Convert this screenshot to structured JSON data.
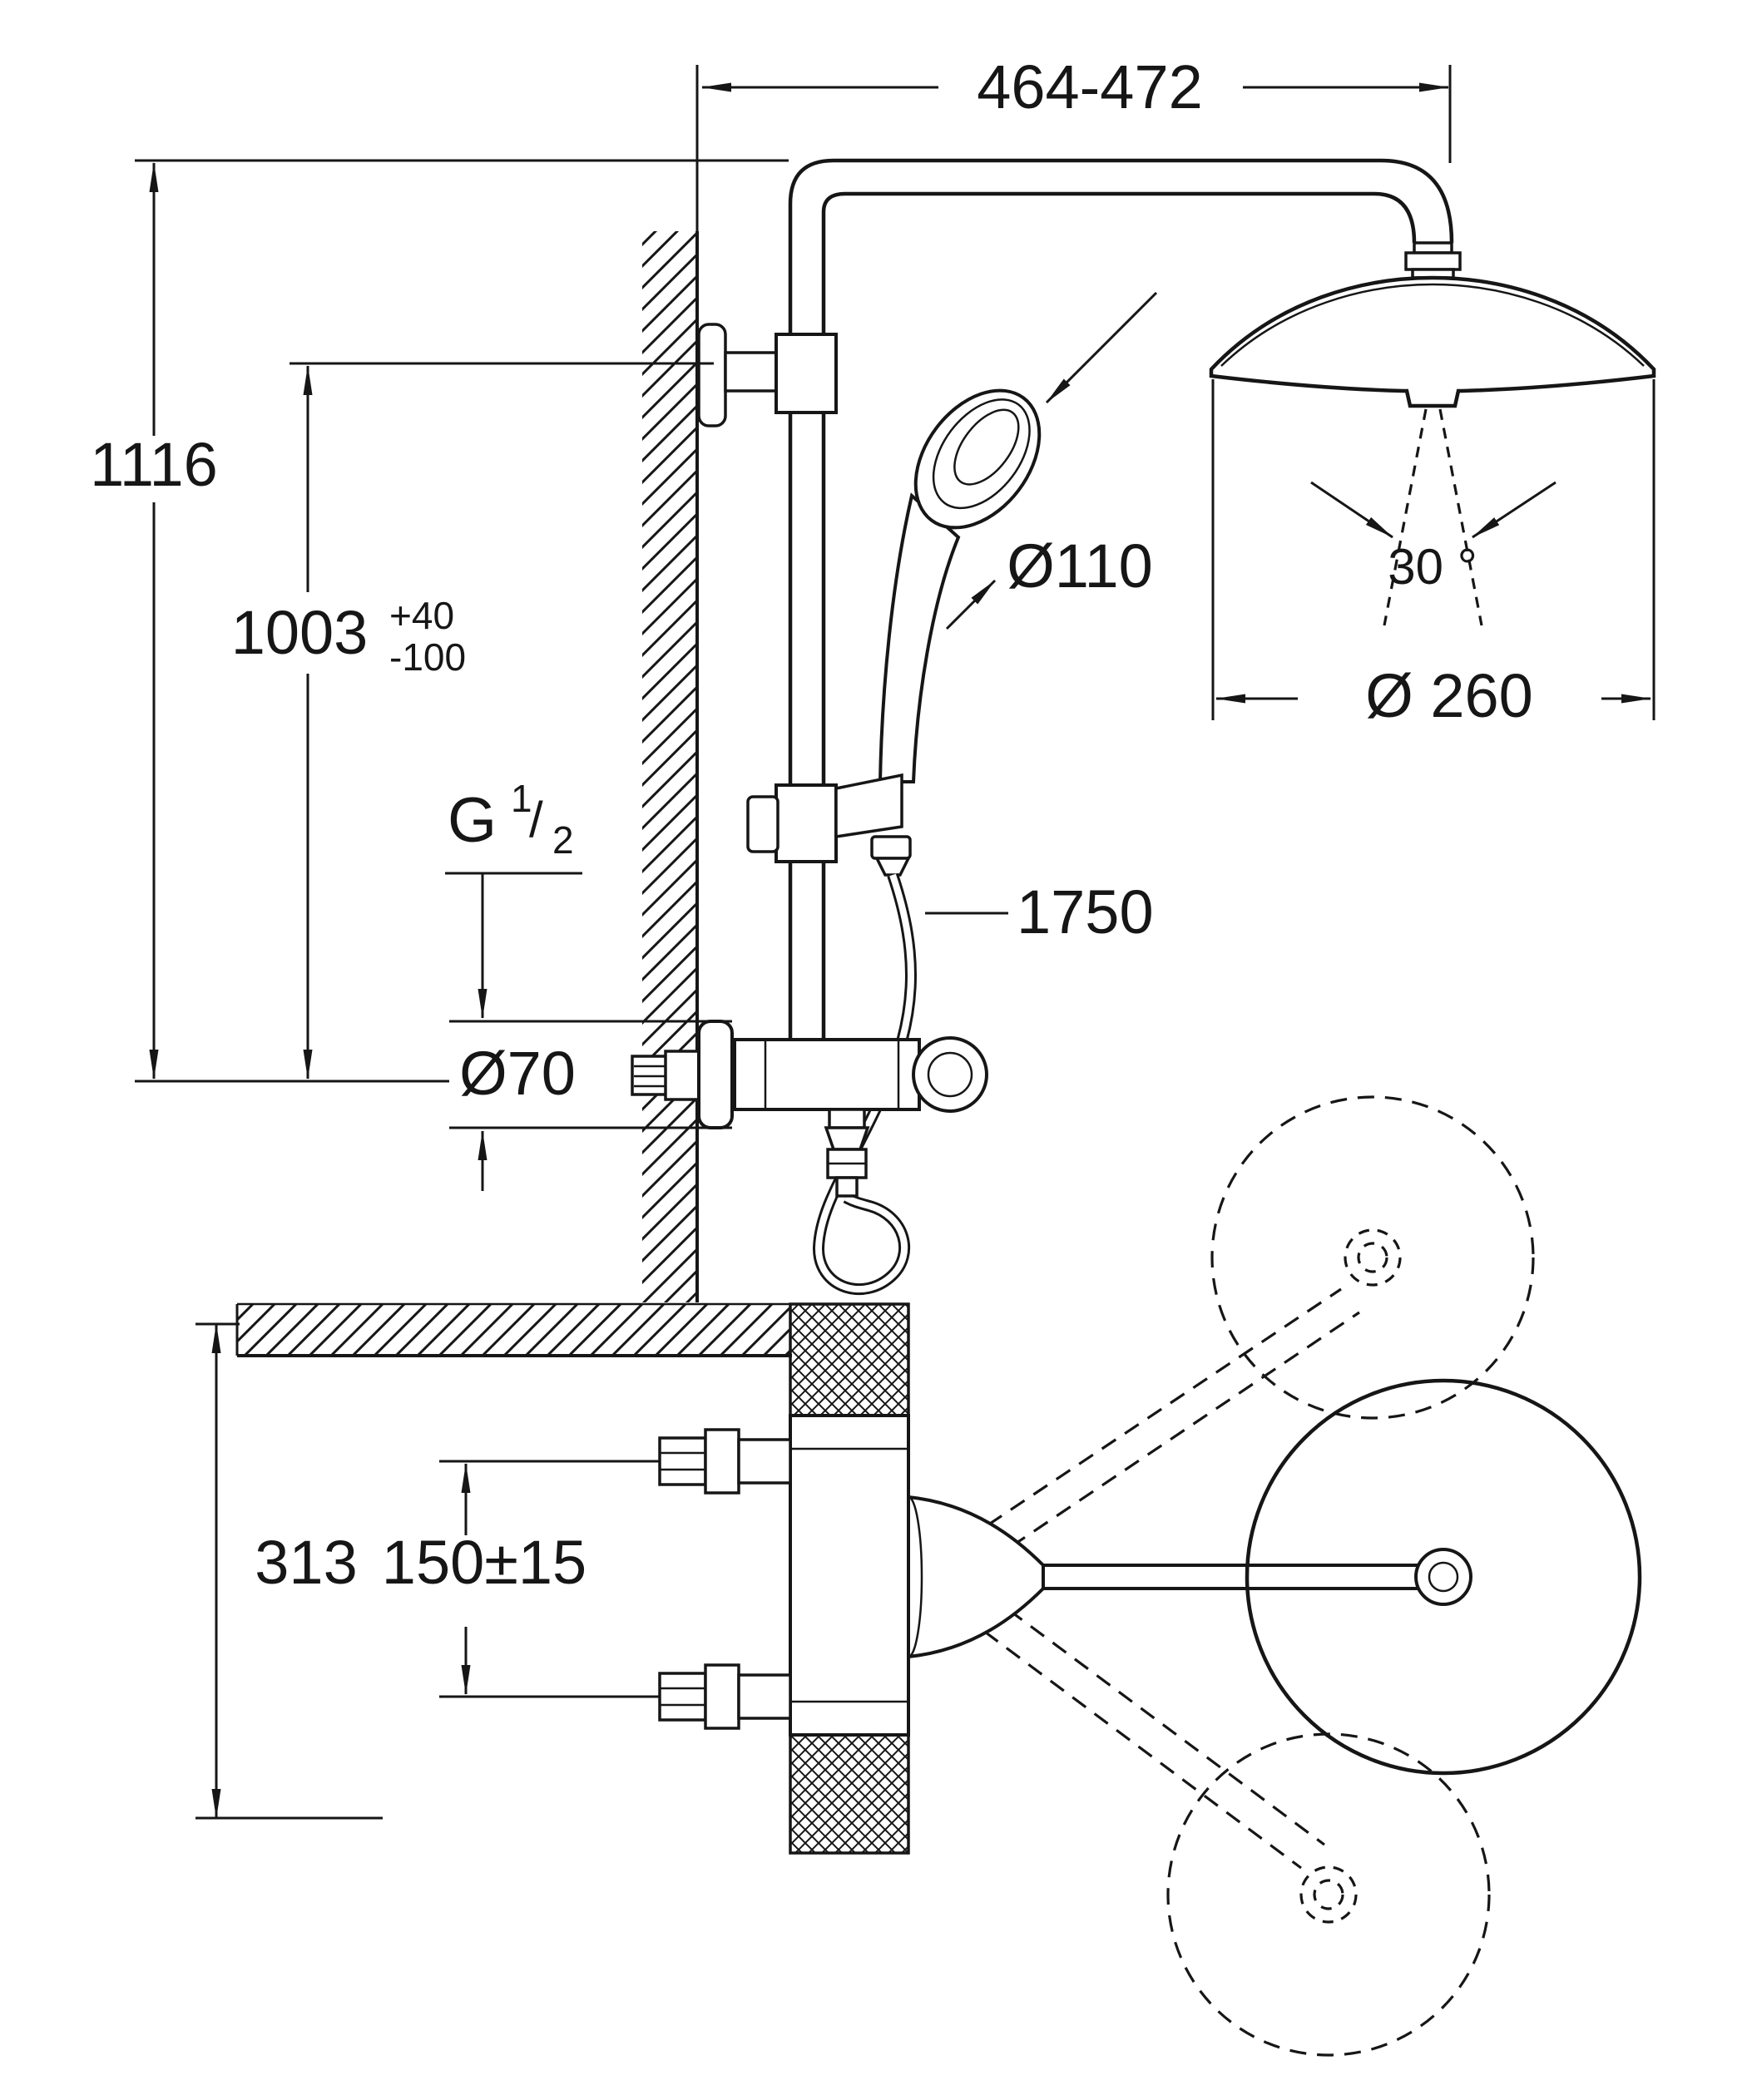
{
  "drawing": {
    "labels": {
      "top_width": "464-472",
      "overall_height": "1116",
      "rail_height": "1003",
      "rail_tolerance_plus": "+40",
      "rail_tolerance_minus": "-100",
      "thread_letter": "G",
      "thread_numerator": "1",
      "thread_slash": "/",
      "thread_denominator": "2",
      "escutcheon_diameter": "Ø70",
      "hand_shower_diameter": "Ø110",
      "spray_angle": "30 °",
      "head_shower_diameter": "Ø 260",
      "hose_length": "1750",
      "body_width": "313",
      "supply_spacing": "150±15"
    }
  }
}
